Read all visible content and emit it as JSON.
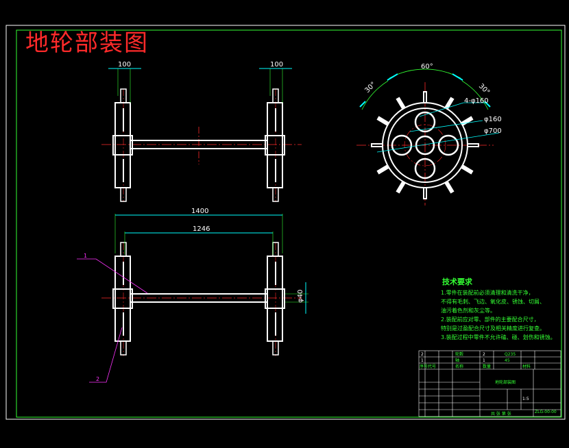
{
  "title": "地轮部装图",
  "top_view": {
    "dim_left": "100",
    "dim_right": "100"
  },
  "front_view": {
    "dim_overall": "1400",
    "dim_inner": "1246",
    "dim_shaft": "φ40"
  },
  "side_view": {
    "angle_top": "60°",
    "angle_left": "30°",
    "angle_right": "30°",
    "holes": "4-φ160",
    "dia_inner": "φ160",
    "dia_outer": "φ700"
  },
  "balloons": [
    "1",
    "2"
  ],
  "notes": {
    "heading": "技术要求",
    "lines": [
      "1.零件在装配前必须清理和清洗干净，",
      "  不得有毛刺、飞边、氧化皮、锈蚀、切屑、",
      "  油污着色剂和灰尘等。",
      "2.装配前应对零、部件的主要配合尺寸，",
      "  特别是过盈配合尺寸及相关精度进行复查。",
      "3.装配过程中零件不允许磕、碰、划伤和锈蚀。"
    ]
  },
  "title_block": {
    "drawing_name": "地轮部装图",
    "drawing_no": "ZLG-00-00",
    "row1": [
      "2",
      "",
      "轮毂",
      "2",
      "Q235"
    ],
    "row2": [
      "1",
      "",
      "轴",
      "1",
      "45"
    ],
    "header": [
      "序号",
      "代号",
      "名称",
      "数量",
      "材料"
    ],
    "scale": "1:5",
    "sheet": "共 张 第 张"
  },
  "colors": {
    "background": "#000000",
    "border": "#33ff33",
    "part": "#ffffff",
    "center_line": "#ff2a2a",
    "dimension": "#00ffff",
    "leader": "#ff33ff",
    "title": "#ff2a2a"
  }
}
